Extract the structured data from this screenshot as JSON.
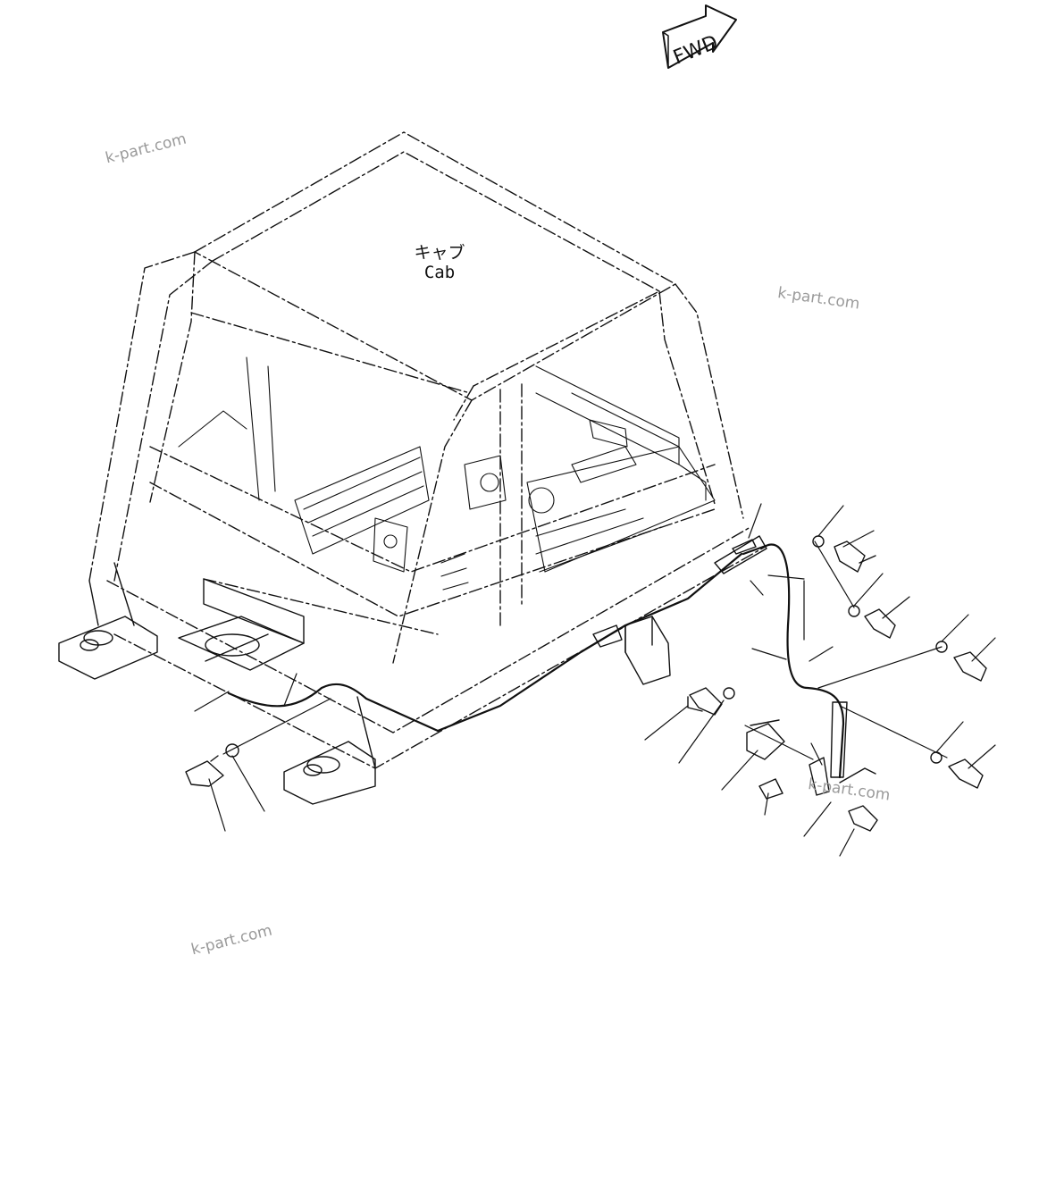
{
  "direction_badge": {
    "text": "FWD"
  },
  "cab_label": {
    "ja": "キャブ",
    "en": "Cab"
  },
  "watermarks": [
    "k-part.com",
    "k-part.com",
    "k-part.com",
    "k-part.com"
  ],
  "colors": {
    "line": "#111111",
    "watermark": "#9a9a9a",
    "background": "#ffffff"
  },
  "icons": [
    "fwd-arrow-icon",
    "bolt-icon",
    "washer-icon",
    "bracket-icon",
    "clip-icon"
  ]
}
